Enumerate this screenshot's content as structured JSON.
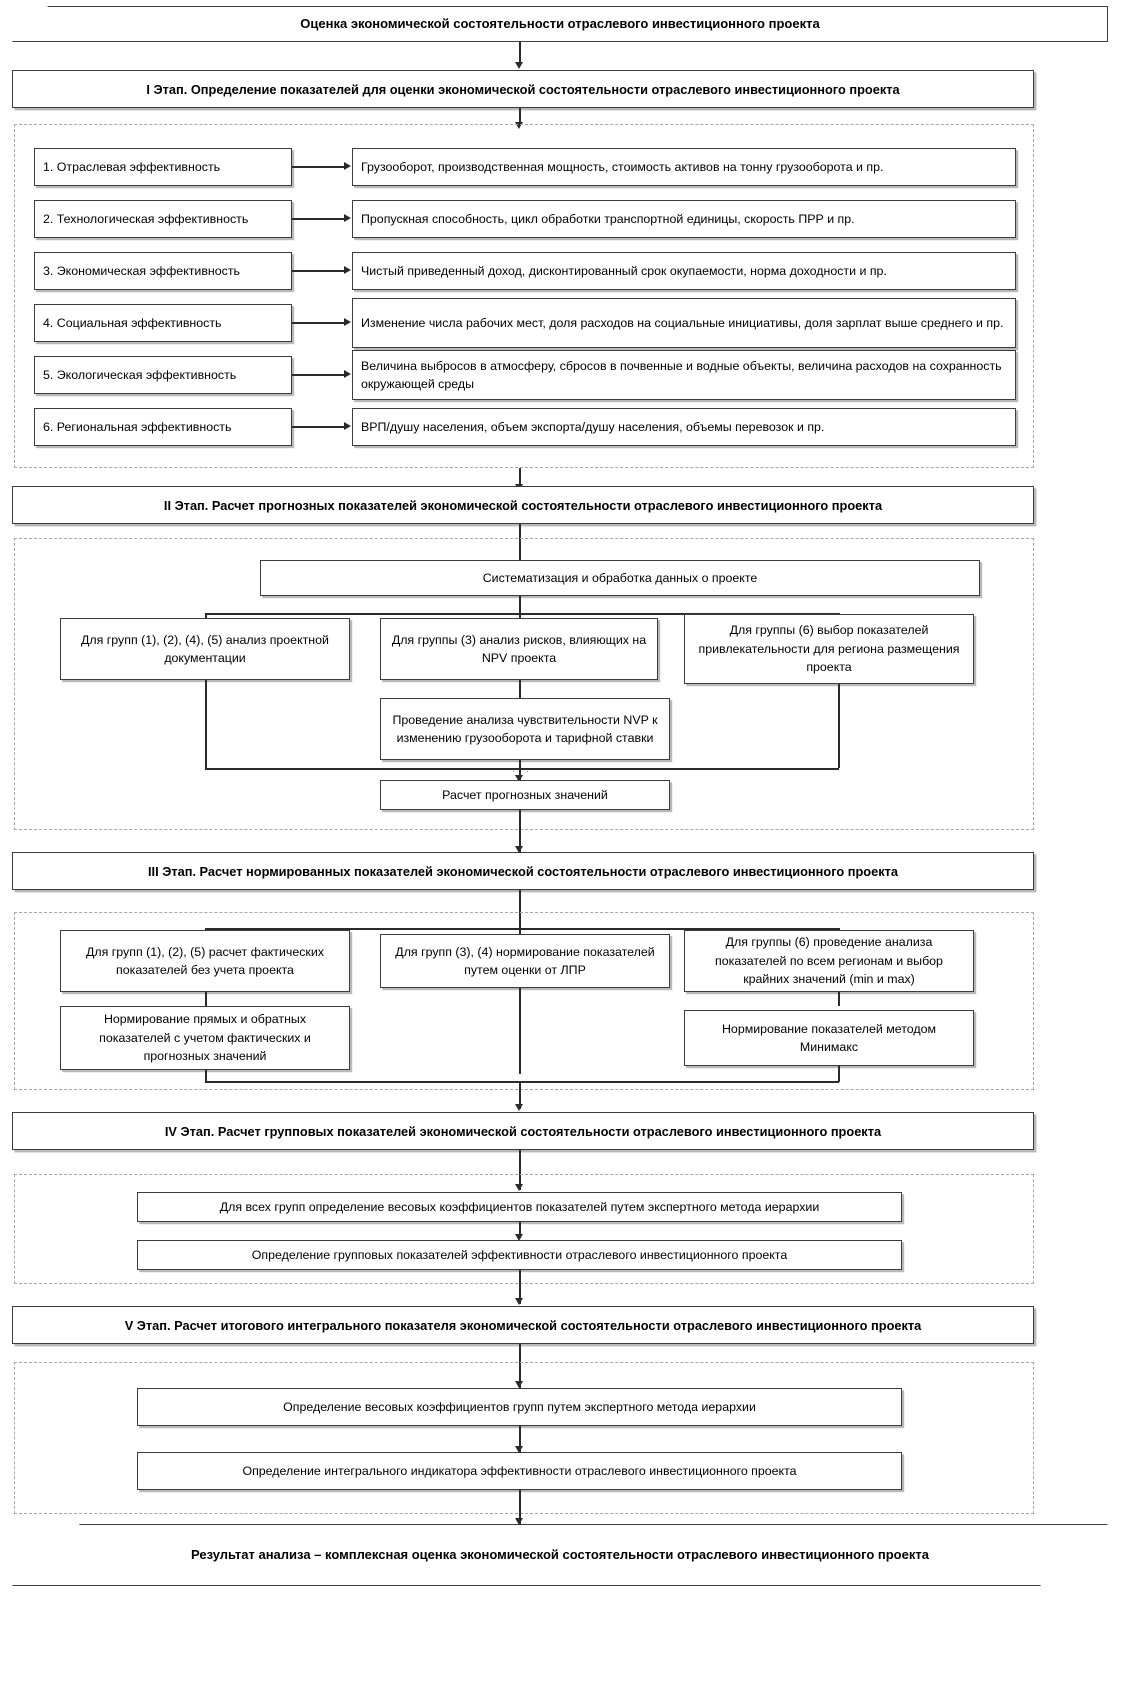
{
  "title_banner": "Оценка экономической состоятельности отраслевого инвестиционного проекта",
  "result_banner": "Результат анализа – комплексная оценка экономической состоятельности отраслевого инвестиционного проекта",
  "stages": {
    "stage1": "I Этап. Определение показателей для оценки экономической состоятельности отраслевого инвестиционного проекта",
    "stage2": "II Этап. Расчет прогнозных показателей экономической состоятельности отраслевого инвестиционного проекта",
    "stage3": "III Этап. Расчет нормированных показателей экономической состоятельности отраслевого инвестиционного проекта",
    "stage4": "IV Этап. Расчет групповых показателей экономической состоятельности отраслевого инвестиционного проекта",
    "stage5": "V Этап. Расчет итогового интегрального показателя экономической состоятельности отраслевого инвестиционного проекта"
  },
  "stage1_rows": [
    {
      "criterion": "1. Отраслевая эффективность",
      "indicators": "Грузооборот, производственная мощность, стоимость активов на тонну грузооборота и пр."
    },
    {
      "criterion": "2. Технологическая эффективность",
      "indicators": "Пропускная способность, цикл обработки транспортной единицы, скорость ПРР и пр."
    },
    {
      "criterion": "3. Экономическая эффективность",
      "indicators": "Чистый приведенный доход, дисконтированный срок окупаемости, норма доходности и пр."
    },
    {
      "criterion": "4. Социальная эффективность",
      "indicators": "Изменение числа рабочих мест, доля расходов на социальные инициативы, доля зарплат выше среднего и пр."
    },
    {
      "criterion": "5. Экологическая эффективность",
      "indicators": "Величина выбросов в атмосферу, сбросов в почвенные и водные объекты, величина расходов на сохранность окружающей среды"
    },
    {
      "criterion": "6. Региональная эффективность",
      "indicators": "ВРП/душу населения, объем экспорта/душу населения, объемы перевозок и пр."
    }
  ],
  "stage2_nodes": {
    "systematization": "Систематизация и обработка данных о проекте",
    "branch_left": "Для групп (1), (2), (4), (5) анализ проектной документации",
    "branch_mid": "Для группы (3) анализ рисков, влияющих на NPV проекта",
    "branch_right": "Для группы (6) выбор показателей привлекательности для региона размещения проекта",
    "sensitivity": "Проведение анализа чувствительности NVP к изменению грузооборота и тарифной ставки",
    "forecast": "Расчет прогнозных значений"
  },
  "stage3_nodes": {
    "branch_left": "Для групп (1), (2), (5) расчет фактических показателей без учета проекта",
    "branch_mid": "Для групп (3), (4) нормирование показателей путем оценки от ЛПР",
    "branch_right": "Для группы (6) проведение анализа показателей по всем регионам и выбор крайних значений (min и max)",
    "sub_left": "Нормирование прямых и обратных показателей с учетом фактических и прогнозных значений",
    "sub_right": "Нормирование показателей методом Минимакс"
  },
  "stage4_nodes": {
    "weights": "Для всех групп определение весовых коэффициентов показателей путем экспертного метода иерархии",
    "group_indicators": "Определение групповых показателей эффективности отраслевого инвестиционного проекта"
  },
  "stage5_nodes": {
    "weights": "Определение весовых коэффициентов групп путем экспертного метода иерархии",
    "integral": "Определение интегрального индикатора эффективности отраслевого инвестиционного проекта"
  },
  "colors": {
    "border": "#3c3c3c",
    "shadow": "#b9b9b9",
    "dashed": "#a8a8a8",
    "connector": "#2b2b2b",
    "background": "#ffffff"
  }
}
